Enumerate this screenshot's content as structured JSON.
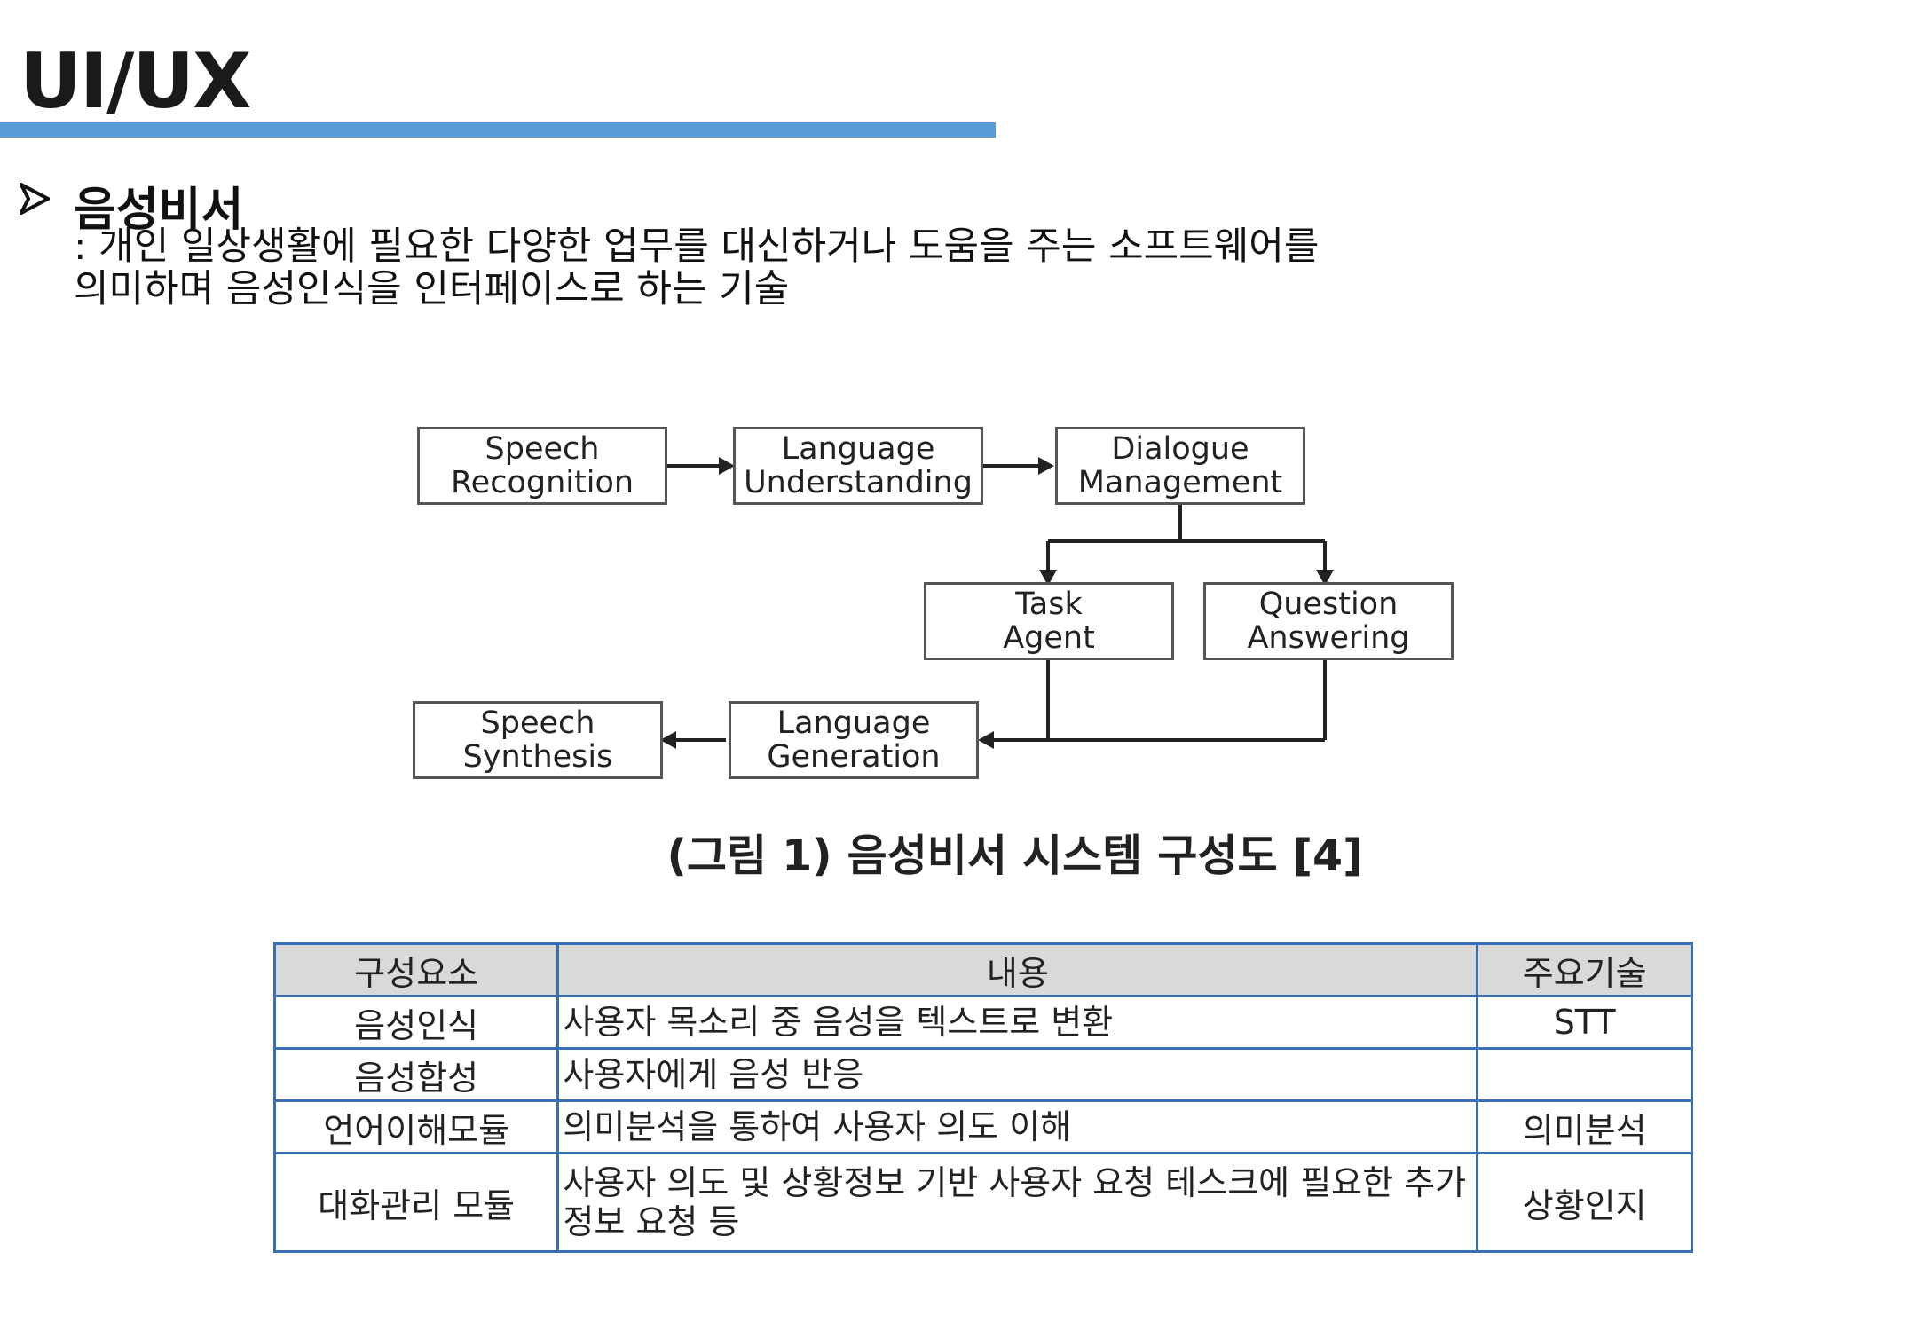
{
  "page": {
    "title": "UI/UX",
    "accent_color": "#5b9bd5"
  },
  "section": {
    "bullet_icon": "arrow-bullet-icon",
    "heading": "음성비서",
    "description_lines": [
      ": 개인 일상생활에 필요한 다양한 업무를 대신하거나 도움을 주는 소프트웨어를",
      "의미하며 음성인식을 인터페이스로 하는 기술"
    ]
  },
  "diagram": {
    "boxes": {
      "speech_recognition": [
        "Speech",
        "Recognition"
      ],
      "language_understanding": [
        "Language",
        "Understanding"
      ],
      "dialogue_management": [
        "Dialogue",
        "Management"
      ],
      "task_agent": [
        "Task",
        "Agent"
      ],
      "question_answering": [
        "Question",
        "Answering"
      ],
      "speech_synthesis": [
        "Speech",
        "Synthesis"
      ],
      "language_generation": [
        "Language",
        "Generation"
      ]
    },
    "caption": "(그림 1) 음성비서 시스템 구성도 [4]"
  },
  "table": {
    "headers": [
      "구성요소",
      "내용",
      "주요기술"
    ],
    "rows": [
      [
        "음성인식",
        "사용자 목소리 중 음성을 텍스트로 변환",
        "STT"
      ],
      [
        "음성합성",
        "사용자에게 음성 반응",
        ""
      ],
      [
        "언어이해모듈",
        "의미분석을 통하여 사용자 의도 이해",
        "의미분석"
      ],
      [
        "대화관리 모듈",
        "사용자 의도 및 상황정보 기반 사용자 요청 테스크에 필요한 추가정보 요청 등",
        "상황인지"
      ]
    ],
    "border_color": "#3a6fb6",
    "header_bg": "#d9d9d9"
  }
}
